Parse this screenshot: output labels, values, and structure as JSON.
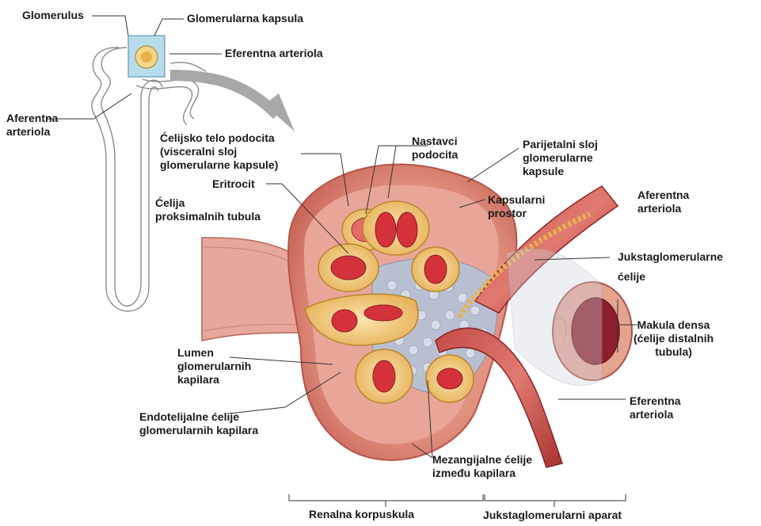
{
  "labels": {
    "glomerulus": "Glomerulus",
    "glomerularna_kapsula": "Glomerularna kapsula",
    "eferentna_arteriola_top": "Eferentna arteriola",
    "aferentna_left": [
      "Aferentna",
      "arteriola"
    ],
    "celijsko_telo": [
      "Ćelijsko telo podocita",
      "(visceralni sloj",
      "glomerularne kapsule)"
    ],
    "eritrocit": "Eritrocit",
    "celija_proks": [
      "Ćelija",
      "proksimalnih tubula"
    ],
    "nastavci": [
      "Nastavci",
      "podocita"
    ],
    "parijetalni": [
      "Parijetalni sloj",
      "glomerularne",
      "kapsule"
    ],
    "kapsularni": [
      "Kapsularni",
      "prostor"
    ],
    "aferentna_right": [
      "Aferentna",
      "arteriola"
    ],
    "jukstaglomerularne": [
      "Jukstaglomerularne",
      "ćelije"
    ],
    "makula": [
      "Makula densa",
      "(ćelije distalnih",
      "tubula)"
    ],
    "lumen": [
      "Lumen",
      "glomerularnih",
      "kapilara"
    ],
    "endotelijalne": [
      "Endotelijalne ćelije",
      "glomerularnih kapilara"
    ],
    "eferentna_right": [
      "Eferentna",
      "arteriola"
    ],
    "mezangijalne": [
      "Mezangijalne ćelije",
      "između kapilara"
    ],
    "renalna": "Renalna korpuskula",
    "juksta_aparat": "Jukstaglomerularni aparat"
  }
}
